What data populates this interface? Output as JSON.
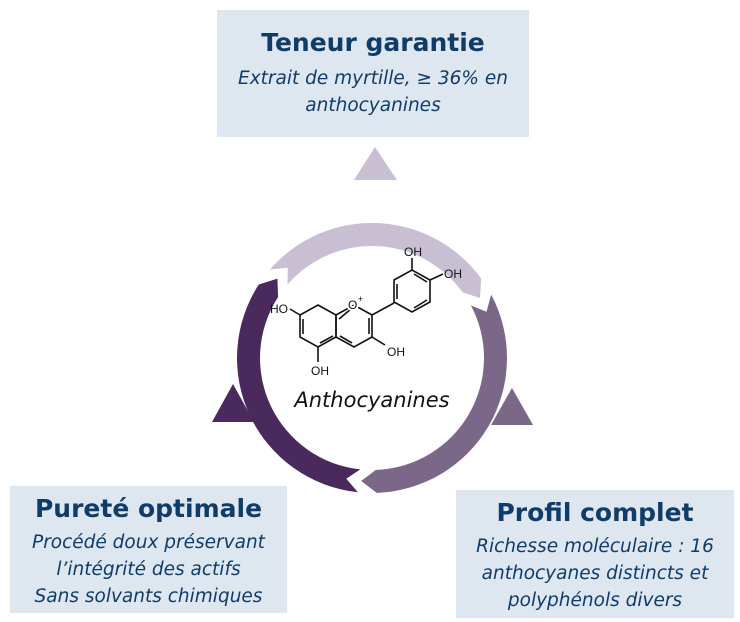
{
  "top_box": {
    "title": "Teneur garantie",
    "lines": [
      "Extrait de myrtille, ≥ 36% en",
      "anthocyanines"
    ]
  },
  "bottom_left_box": {
    "title": "Pureté optimale",
    "lines": [
      "Procédé doux préservant",
      "l’intégrité des actifs",
      "Sans solvants chimiques"
    ]
  },
  "bottom_right_box": {
    "title": "Profil complet",
    "lines": [
      "Richesse moléculaire : 16",
      "anthocyanes distincts et",
      "polyphénols divers"
    ]
  },
  "center": {
    "label": "Anthocyanines",
    "molecule_labels": {
      "ho_left": "HO",
      "oh_bottom": "OH",
      "oh_c3": "OH",
      "oh_top": "OH",
      "oh_right": "OH",
      "oxonium": "O",
      "charge": "+"
    }
  },
  "colors": {
    "box_bg": "#dee6ef",
    "text": "#0f3d68",
    "arc_top": "#c9bfd3",
    "arc_right": "#7b6787",
    "arc_left": "#4a2a5c"
  }
}
